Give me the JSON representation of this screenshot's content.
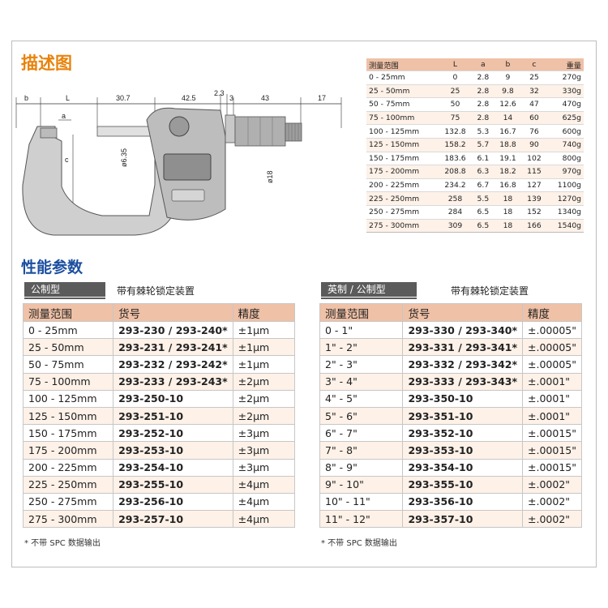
{
  "titles": {
    "description": "描述图",
    "performance": "性能参数"
  },
  "drawing": {
    "b": "b",
    "L": "L",
    "d307": "30.7",
    "d425": "42.5",
    "d23": "2.3",
    "d3": "3",
    "d43": "43",
    "d17": "17",
    "a": "a",
    "c": "c",
    "phi635": "ø6.35",
    "phi18": "ø18"
  },
  "dimensions": {
    "headers": [
      "测量范围",
      "L",
      "a",
      "b",
      "c",
      "重量"
    ],
    "rows": [
      [
        "0 - 25mm",
        "0",
        "2.8",
        "9",
        "25",
        "270g"
      ],
      [
        "25 - 50mm",
        "25",
        "2.8",
        "9.8",
        "32",
        "330g"
      ],
      [
        "50 - 75mm",
        "50",
        "2.8",
        "12.6",
        "47",
        "470g"
      ],
      [
        "75 - 100mm",
        "75",
        "2.8",
        "14",
        "60",
        "625g"
      ],
      [
        "100 - 125mm",
        "132.8",
        "5.3",
        "16.7",
        "76",
        "600g"
      ],
      [
        "125 - 150mm",
        "158.2",
        "5.7",
        "18.8",
        "90",
        "740g"
      ],
      [
        "150 - 175mm",
        "183.6",
        "6.1",
        "19.1",
        "102",
        "800g"
      ],
      [
        "175 - 200mm",
        "208.8",
        "6.3",
        "18.2",
        "115",
        "970g"
      ],
      [
        "200 - 225mm",
        "234.2",
        "6.7",
        "16.8",
        "127",
        "1100g"
      ],
      [
        "225 - 250mm",
        "258",
        "5.5",
        "18",
        "139",
        "1270g"
      ],
      [
        "250 - 275mm",
        "284",
        "6.5",
        "18",
        "152",
        "1340g"
      ],
      [
        "275 - 300mm",
        "309",
        "6.5",
        "18",
        "166",
        "1540g"
      ]
    ]
  },
  "metric": {
    "tag": "公制型",
    "note": "带有棘轮锁定装置",
    "headers": [
      "测量范围",
      "货号",
      "精度"
    ],
    "rows": [
      [
        "0 - 25mm",
        "293-230 / 293-240*",
        "±1μm"
      ],
      [
        "25 - 50mm",
        "293-231 / 293-241*",
        "±1μm"
      ],
      [
        "50 - 75mm",
        "293-232 / 293-242*",
        "±1μm"
      ],
      [
        "75 - 100mm",
        "293-233 / 293-243*",
        "±2μm"
      ],
      [
        "100 - 125mm",
        "293-250-10",
        "±2μm"
      ],
      [
        "125 - 150mm",
        "293-251-10",
        "±2μm"
      ],
      [
        "150 - 175mm",
        "293-252-10",
        "±3μm"
      ],
      [
        "175 - 200mm",
        "293-253-10",
        "±3μm"
      ],
      [
        "200 - 225mm",
        "293-254-10",
        "±3μm"
      ],
      [
        "225 - 250mm",
        "293-255-10",
        "±4μm"
      ],
      [
        "250 - 275mm",
        "293-256-10",
        "±4μm"
      ],
      [
        "275 - 300mm",
        "293-257-10",
        "±4μm"
      ]
    ],
    "footnote": "* 不带 SPC 数据输出"
  },
  "imperial": {
    "tag": "英制 / 公制型",
    "note": "带有棘轮锁定装置",
    "headers": [
      "测量范围",
      "货号",
      "精度"
    ],
    "rows": [
      [
        "0 - 1\"",
        "293-330 / 293-340*",
        "±.00005\""
      ],
      [
        "1\" - 2\"",
        "293-331 / 293-341*",
        "±.00005\""
      ],
      [
        "2\" - 3\"",
        "293-332 / 293-342*",
        "±.00005\""
      ],
      [
        "3\" - 4\"",
        "293-333 / 293-343*",
        "±.0001\""
      ],
      [
        "4\" - 5\"",
        "293-350-10",
        "±.0001\""
      ],
      [
        "5\" - 6\"",
        "293-351-10",
        "±.0001\""
      ],
      [
        "6\" - 7\"",
        "293-352-10",
        "±.00015\""
      ],
      [
        "7\" - 8\"",
        "293-353-10",
        "±.00015\""
      ],
      [
        "8\" - 9\"",
        "293-354-10",
        "±.00015\""
      ],
      [
        "9\" - 10\"",
        "293-355-10",
        "±.0002\""
      ],
      [
        "10\" - 11\"",
        "293-356-10",
        "±.0002\""
      ],
      [
        "11\" - 12\"",
        "293-357-10",
        "±.0002\""
      ]
    ],
    "footnote": "* 不带 SPC 数据输出"
  }
}
